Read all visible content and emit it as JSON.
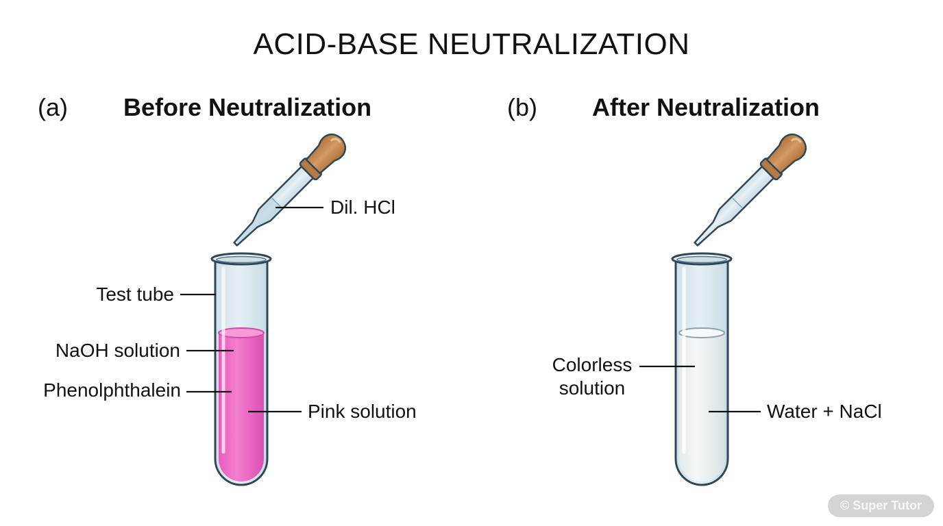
{
  "title": "ACID-BASE NEUTRALIZATION",
  "panels": [
    {
      "letter": "(a)",
      "title": "Before Neutralization",
      "labels": {
        "dropper": "Dil. HCl",
        "tube": "Test tube",
        "naoh": "NaOH solution",
        "indicator": "Phenolphthalein",
        "solution": "Pink solution"
      },
      "solution_color": "#f06cc8"
    },
    {
      "letter": "(b)",
      "title": "After Neutralization",
      "labels": {
        "colorless_line1": "Colorless",
        "colorless_line2": "solution",
        "products": "Water + NaCl"
      },
      "solution_color": "#eef3f5"
    }
  ],
  "watermark": "© Super Tutor",
  "colors": {
    "dropper_bulb": "#c98a52",
    "glass": "#dbe9ef",
    "outline": "#2e4756"
  }
}
